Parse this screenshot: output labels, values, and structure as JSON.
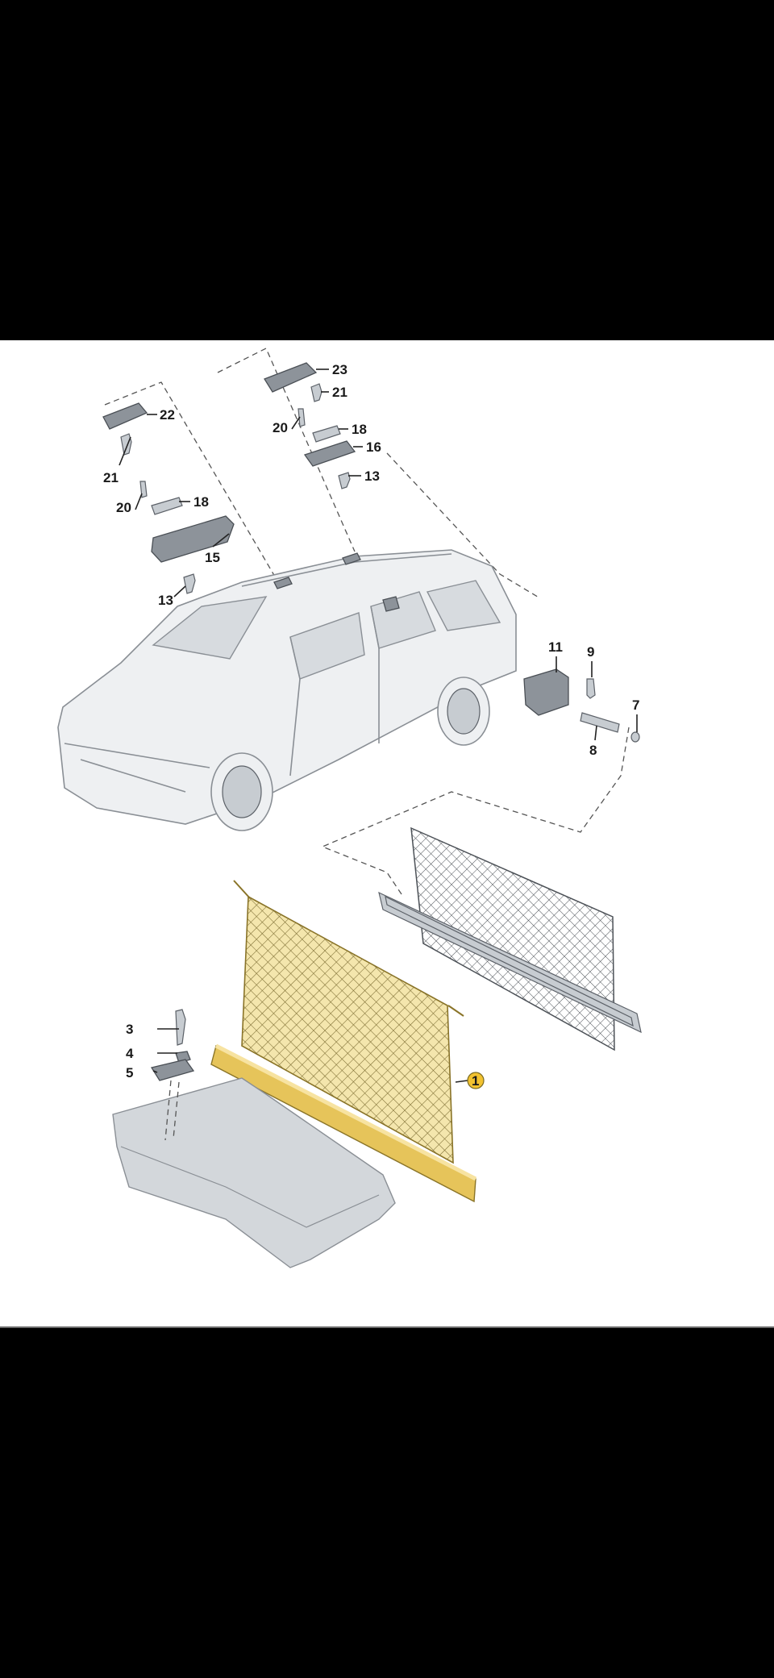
{
  "diagram": {
    "part_labels": [
      {
        "id": "p1",
        "text": "1"
      },
      {
        "id": "p3",
        "text": "3"
      },
      {
        "id": "p4",
        "text": "4"
      },
      {
        "id": "p5",
        "text": "5"
      },
      {
        "id": "p7",
        "text": "7"
      },
      {
        "id": "p8",
        "text": "8"
      },
      {
        "id": "p9",
        "text": "9"
      },
      {
        "id": "p11",
        "text": "11"
      },
      {
        "id": "p13a",
        "text": "13"
      },
      {
        "id": "p13b",
        "text": "13"
      },
      {
        "id": "p15",
        "text": "15"
      },
      {
        "id": "p16",
        "text": "16"
      },
      {
        "id": "p18a",
        "text": "18"
      },
      {
        "id": "p18b",
        "text": "18"
      },
      {
        "id": "p20a",
        "text": "20"
      },
      {
        "id": "p20b",
        "text": "20"
      },
      {
        "id": "p21a",
        "text": "21"
      },
      {
        "id": "p21b",
        "text": "21"
      },
      {
        "id": "p22",
        "text": "22"
      },
      {
        "id": "p23",
        "text": "23"
      }
    ],
    "colors": {
      "background": "#ffffff",
      "frame": "#000000",
      "highlight_part": "#e6c45a",
      "highlight_badge": "#f2c230",
      "part_grey": "#8d939a",
      "car_outline": "#8a8f95"
    }
  }
}
